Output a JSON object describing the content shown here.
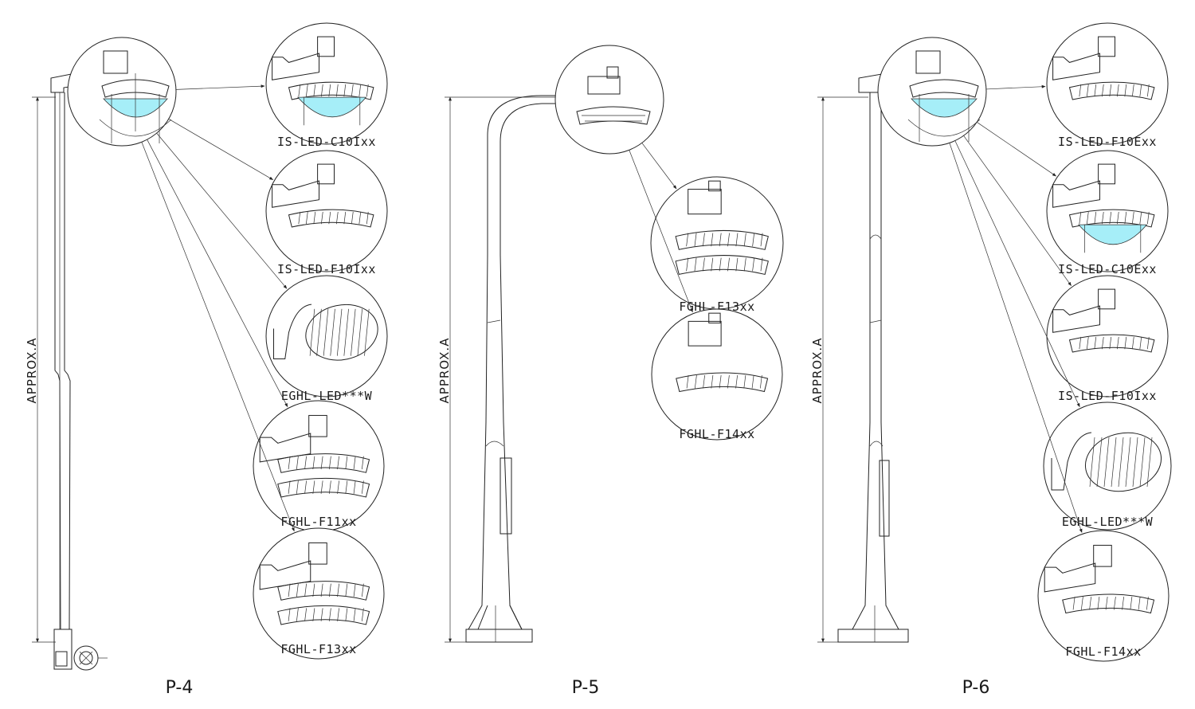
{
  "colors": {
    "line": "#222222",
    "lens": "#a6eef8",
    "background": "#ffffff"
  },
  "dimension_label": "APPROX.A",
  "poles": [
    {
      "id": "P-4",
      "label": "P-4",
      "fixtures": [
        {
          "model": "IS-LED-C10Ixx",
          "style": "caged"
        },
        {
          "model": "IS-LED-F10Ixx",
          "style": "flat"
        },
        {
          "model": "EGHL-LED***W",
          "style": "egh"
        },
        {
          "model": "FGHL-F11xx",
          "style": "double"
        },
        {
          "model": "FGHL-F13xx",
          "style": "double"
        }
      ]
    },
    {
      "id": "P-5",
      "label": "P-5",
      "fixtures": [
        {
          "model": "FGHL-F13xx",
          "style": "double-nobracket"
        },
        {
          "model": "FGHL-F14xx",
          "style": "single-nobracket"
        }
      ]
    },
    {
      "id": "P-6",
      "label": "P-6",
      "fixtures": [
        {
          "model": "IS-LED-F10Exx",
          "style": "flat"
        },
        {
          "model": "IS-LED-C10Exx",
          "style": "caged"
        },
        {
          "model": "IS-LED-F10Ixx",
          "style": "flat"
        },
        {
          "model": "EGHL-LED***W",
          "style": "egh"
        },
        {
          "model": "FGHL-F14xx",
          "style": "single"
        }
      ]
    }
  ]
}
